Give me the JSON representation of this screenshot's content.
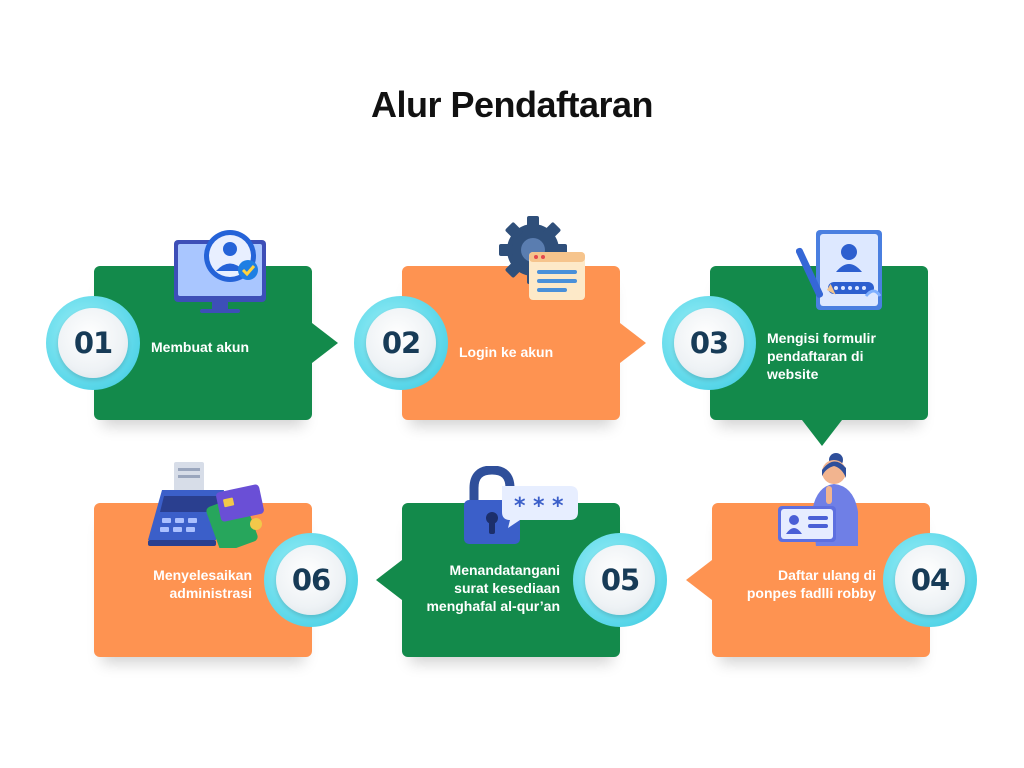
{
  "title": "Alur Pendaftaran",
  "colors": {
    "green": "#138a4b",
    "orange": "#fe9351",
    "badge_ring": "#5ad8ea",
    "number": "#173b57"
  },
  "steps": [
    {
      "number": "01",
      "label": "Membuat akun",
      "icon": "computer-user-icon"
    },
    {
      "number": "02",
      "label": "Login ke akun",
      "icon": "gear-document-icon"
    },
    {
      "number": "03",
      "label": "Mengisi formulir\npendaftaran  di\nwebsite",
      "icon": "form-pen-icon"
    },
    {
      "number": "04",
      "label": "Daftar ulang di\nponpes fadlli robby",
      "icon": "woman-id-card-icon"
    },
    {
      "number": "05",
      "label": "Menandatangani\nsurat kesediaan\nmenghafal al-qur’an",
      "icon": "padlock-password-icon"
    },
    {
      "number": "06",
      "label": "Menyelesaikan\nadministrasi",
      "icon": "payment-terminal-icon"
    }
  ]
}
